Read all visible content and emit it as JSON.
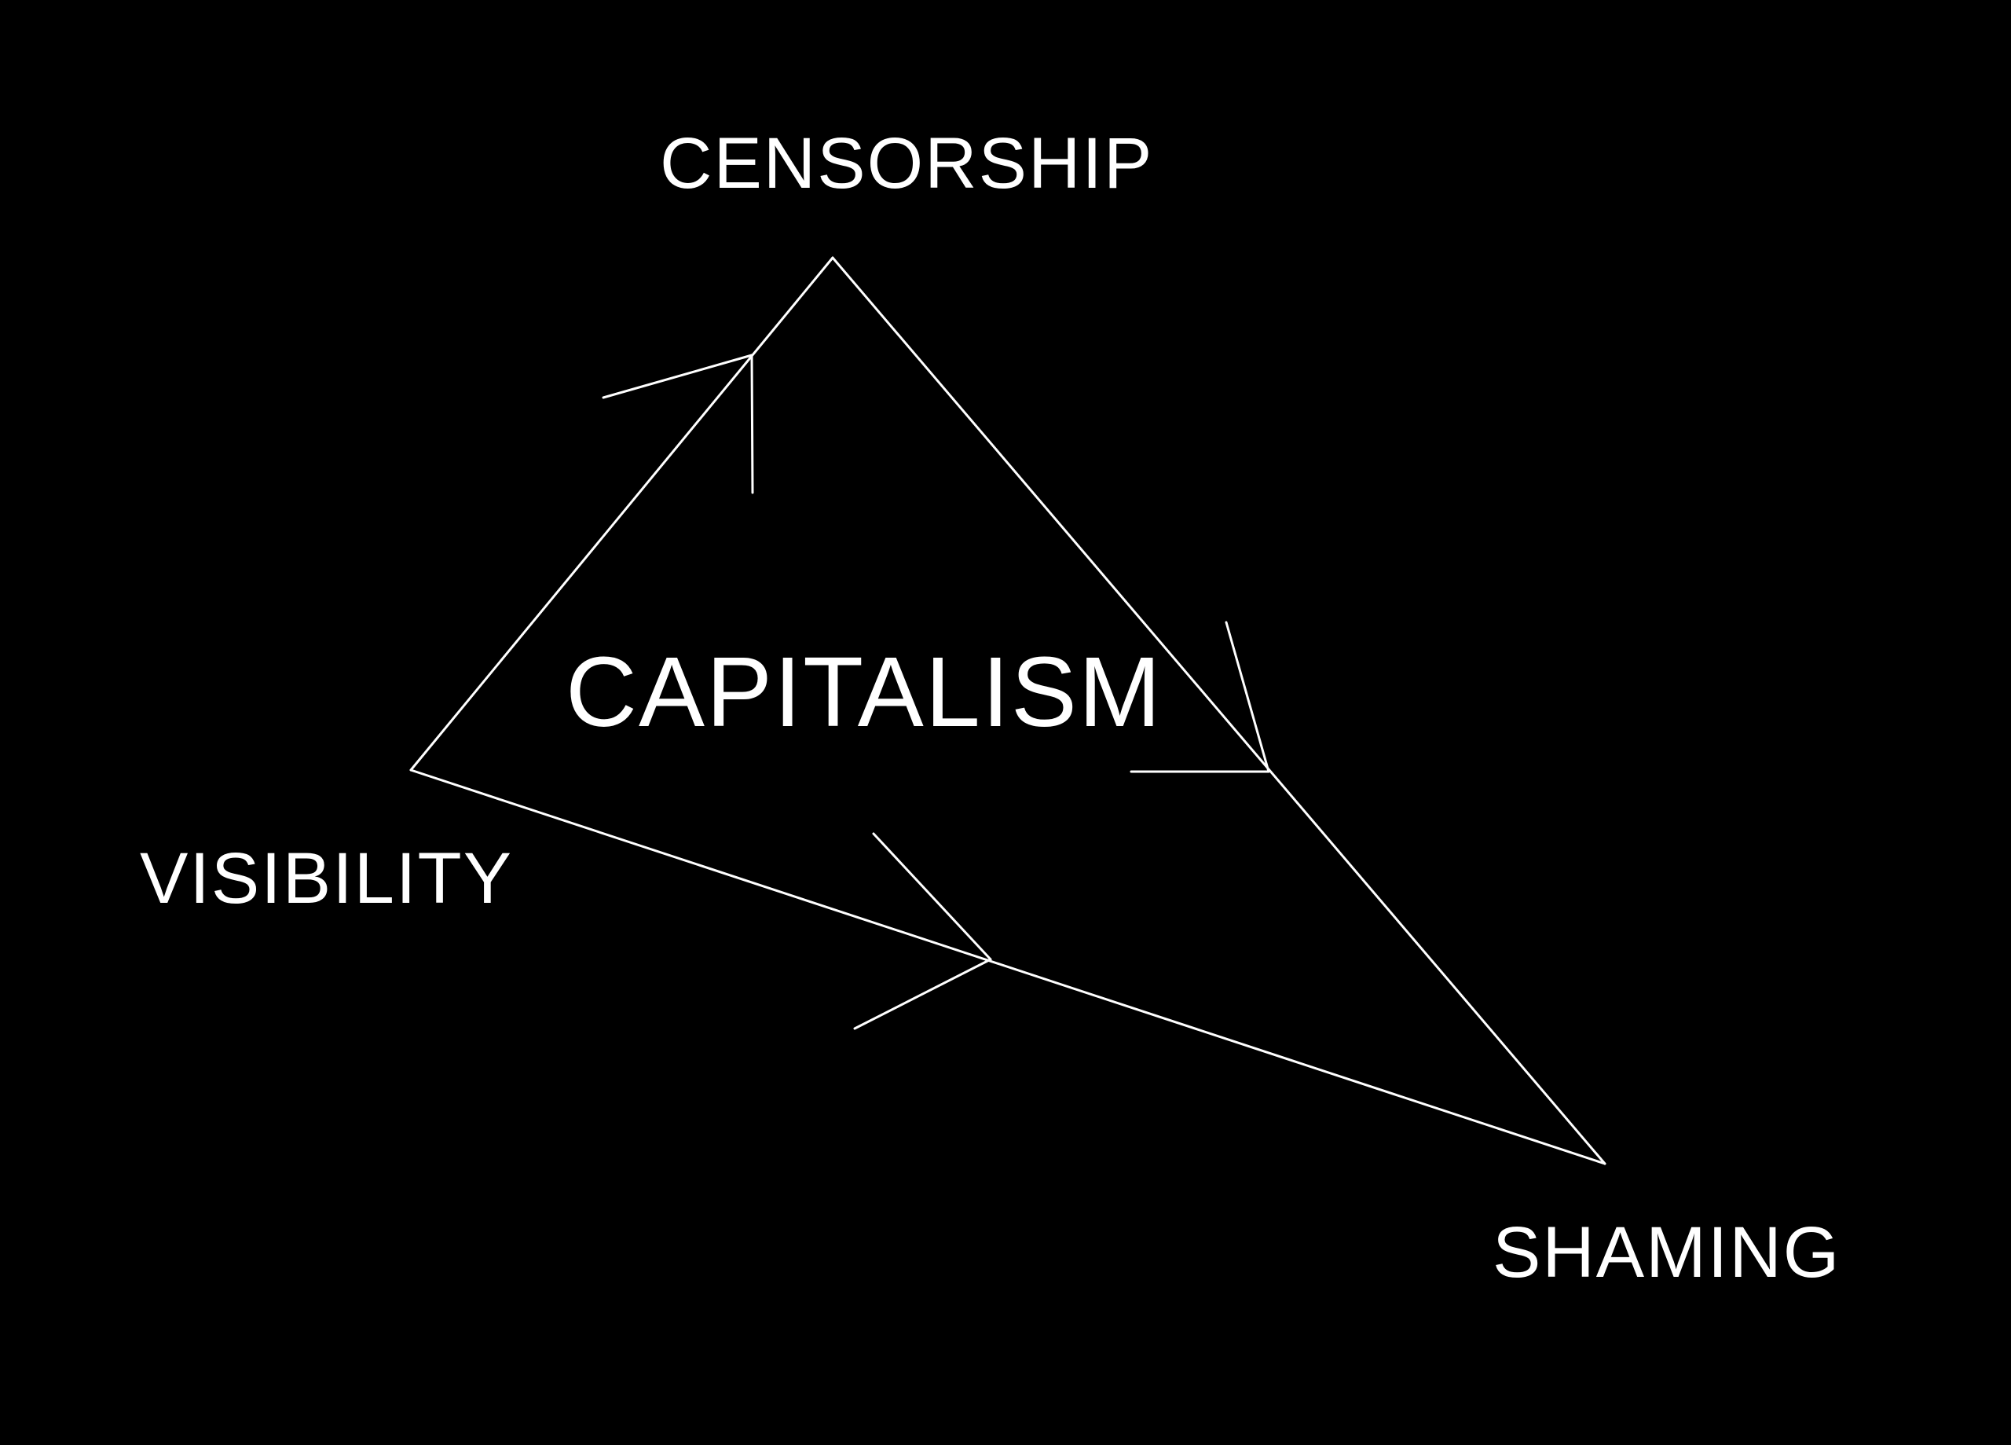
{
  "diagram": {
    "labels": {
      "censorship": "CENSORSHIP",
      "capitalism": "CAPITALISM",
      "visibility": "VISIBILITY",
      "shaming": "SHAMING"
    },
    "colors": {
      "background": "#000000",
      "foreground": "#ffffff"
    }
  }
}
